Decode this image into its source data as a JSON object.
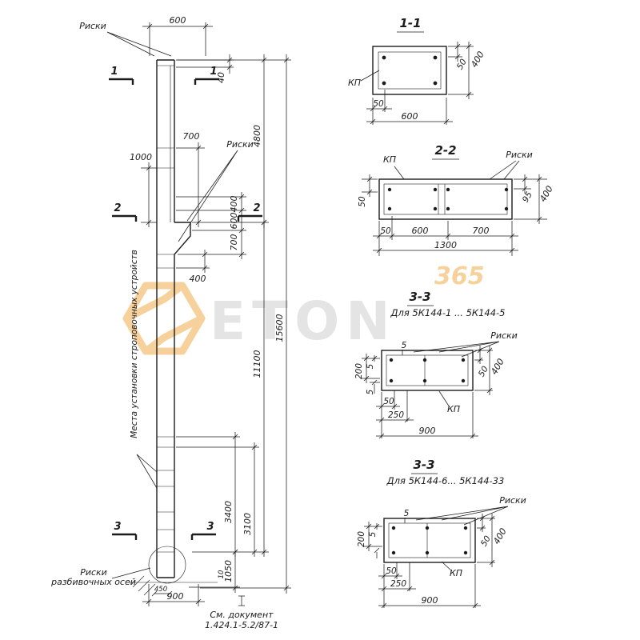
{
  "watermark": {
    "brand": "ETON",
    "num": "365",
    "accent": "#f0a43c",
    "gray": "#cbcbcb"
  },
  "elevation": {
    "labels": {
      "riski_top": "Риски",
      "riski_mid": "Риски",
      "mesta": "Места установки строповочных устройств",
      "riski_axes_1": "Риски",
      "riski_axes_2": "разбивочных осей",
      "doc_line1": "См. документ",
      "doc_line2": "1.424.1-5.2/87-1"
    },
    "sections": {
      "s1": "1",
      "s2": "2",
      "s3": "3"
    },
    "dims": {
      "w600": "600",
      "t40": "40",
      "h4800": "4800",
      "v700": "700",
      "v1000": "1000",
      "s400": "400",
      "s600": "600",
      "s700": "700",
      "v400": "400",
      "h11100": "11100",
      "h15600": "15600",
      "v3400": "3400",
      "v3100": "3100",
      "v1050": "1050",
      "v10": "10",
      "v450": "450",
      "w900": "900"
    }
  },
  "s11": {
    "title": "1-1",
    "kp": "КП",
    "d50b": "50",
    "d600": "600",
    "d50r": "50",
    "d400": "400"
  },
  "s22": {
    "title": "2-2",
    "kp": "КП",
    "riski": "Риски",
    "d50l": "50",
    "d50b": "50",
    "d600": "600",
    "d700": "700",
    "d1300": "1300",
    "d95": "95",
    "d400": "400"
  },
  "s33a": {
    "title": "3-3",
    "subtitle": "Для 5К144-1 ... 5К144-5",
    "riski": "Риски",
    "kp": "КП",
    "d5t": "5",
    "d200": "200",
    "d5a": "5",
    "d5b": "5",
    "d50b": "50",
    "d250": "250",
    "d900": "900",
    "d50r": "50",
    "d400": "400"
  },
  "s33b": {
    "title": "3-3",
    "subtitle": "Для 5К144-6... 5К144-33",
    "riski": "Риски",
    "kp": "КП",
    "d5t": "5",
    "d200": "200",
    "d5": "5",
    "d50b": "50",
    "d250": "250",
    "d900": "900",
    "d50r": "50",
    "d400": "400"
  }
}
